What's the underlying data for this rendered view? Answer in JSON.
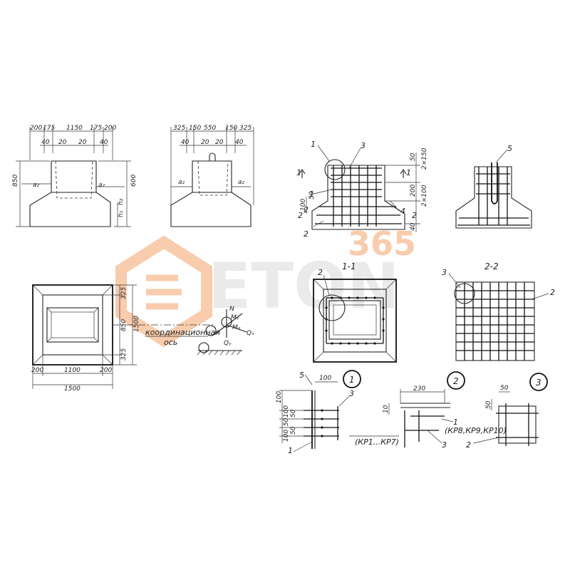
{
  "colors": {
    "line": "#222222",
    "watermark_orange": "#f3a36b",
    "watermark_gray": "#d9d9d9"
  },
  "elevation_a": {
    "dims_top": [
      "200",
      "175",
      "1150",
      "175",
      "200"
    ],
    "dims_inner": [
      "40",
      "20",
      "20",
      "40"
    ],
    "height_left": "850",
    "height_right": "600",
    "marks": [
      "a₂",
      "a₂",
      "h₁",
      "h₂"
    ]
  },
  "elevation_b": {
    "dims_top": [
      "325",
      "150",
      "550",
      "150",
      "325"
    ],
    "dims_inner": [
      "40",
      "20",
      "20",
      "40"
    ],
    "marks": [
      "a₂",
      "a₂"
    ]
  },
  "plan": {
    "dims_right": [
      "325",
      "850",
      "325",
      "1500"
    ],
    "dims_bottom": [
      "200",
      "1100",
      "200"
    ],
    "overall_bottom": "1500"
  },
  "axis_label": {
    "line1": "координационная",
    "line2": "ось"
  },
  "forces": {
    "N": "N",
    "Mx": "Mₓ",
    "My": "Mᵧ",
    "Qx": "Qₓ",
    "Qy": "Qᵧ"
  },
  "reinforced_section": {
    "callouts": [
      "1",
      "3",
      "1",
      "2",
      "2",
      "4"
    ],
    "section_marks": [
      "1",
      "1",
      "2",
      "2"
    ],
    "dims_right": [
      "50",
      "2×150",
      "200",
      "2×100",
      "40"
    ],
    "dims_left": [
      "100",
      "50"
    ]
  },
  "side_section": {
    "callouts": [
      "5"
    ]
  },
  "section_1_1": {
    "title": "1-1",
    "callouts": [
      "2"
    ]
  },
  "section_2_2": {
    "title": "2-2",
    "callouts": [
      "3",
      "2"
    ]
  },
  "detail_1": {
    "number": "1",
    "dims_left": [
      "100",
      "100",
      "50",
      "50",
      "50",
      "100"
    ],
    "dim_top": "100",
    "callouts": [
      "5",
      "3",
      "1"
    ],
    "note": "(КР1...КР7)"
  },
  "detail_2": {
    "number": "2",
    "dim_top": "230",
    "dim_left": "10",
    "callouts": [
      "1",
      "3"
    ],
    "note": "(КР8,КР9,КР10)"
  },
  "detail_3": {
    "number": "3",
    "dim_top": "50",
    "dim_left": "50",
    "callouts": [
      "2"
    ]
  },
  "watermark": {
    "top": "365",
    "main": "ETON"
  }
}
